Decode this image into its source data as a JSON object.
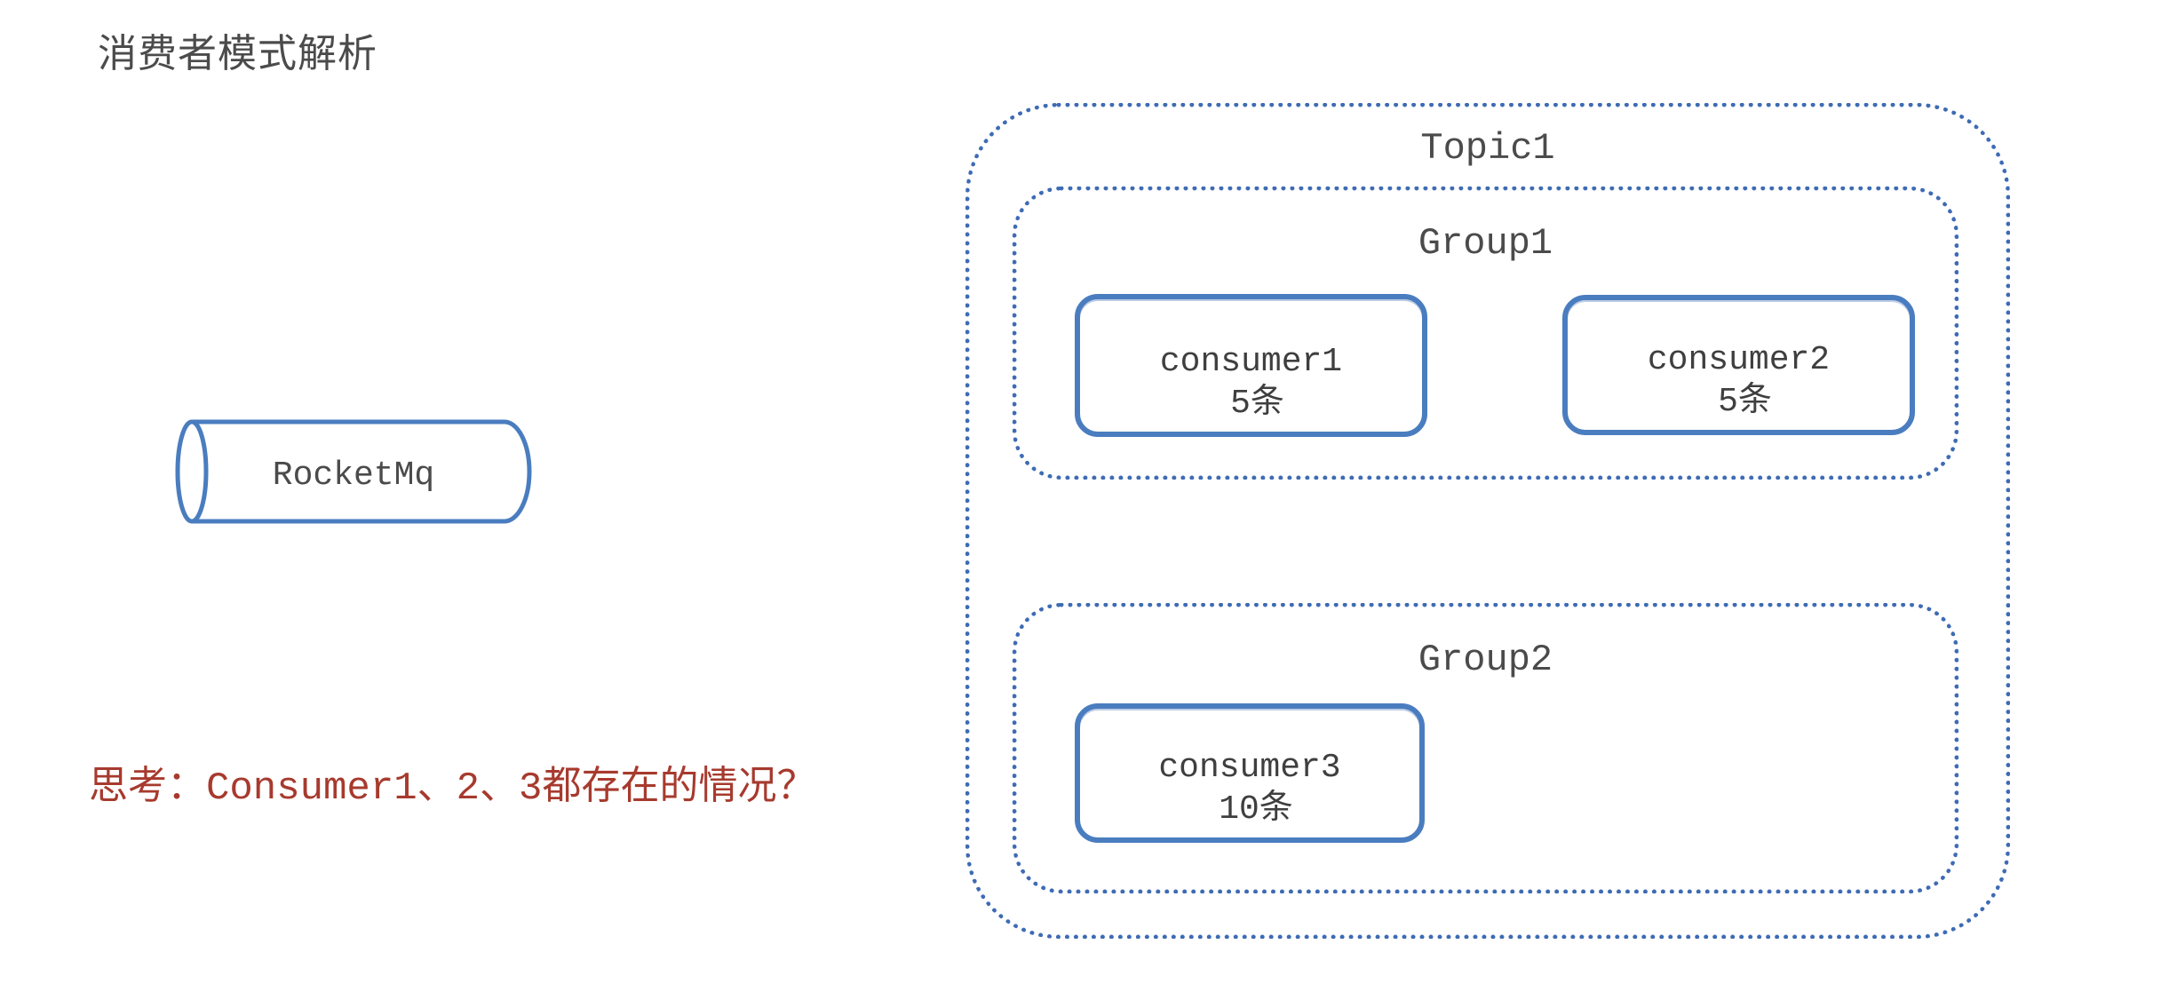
{
  "title": "消费者模式解析",
  "note": {
    "text": "思考：Consumer1、2、3都存在的情况？",
    "color": "#a73a2e"
  },
  "queue": {
    "label": "RocketMq"
  },
  "topic": {
    "label": "Topic1",
    "groups": [
      {
        "label": "Group1",
        "consumers": [
          {
            "name": "consumer1",
            "count": "5条"
          },
          {
            "name": "consumer2",
            "count": "5条"
          }
        ]
      },
      {
        "label": "Group2",
        "consumers": [
          {
            "name": "consumer3",
            "count": "10条"
          }
        ]
      }
    ]
  },
  "colors": {
    "solid_border": "#4a7dbf",
    "dotted_border": "#3e6bb4",
    "text_gray": "#4b4b4b",
    "note_red": "#a73a2e",
    "background": "#ffffff"
  }
}
